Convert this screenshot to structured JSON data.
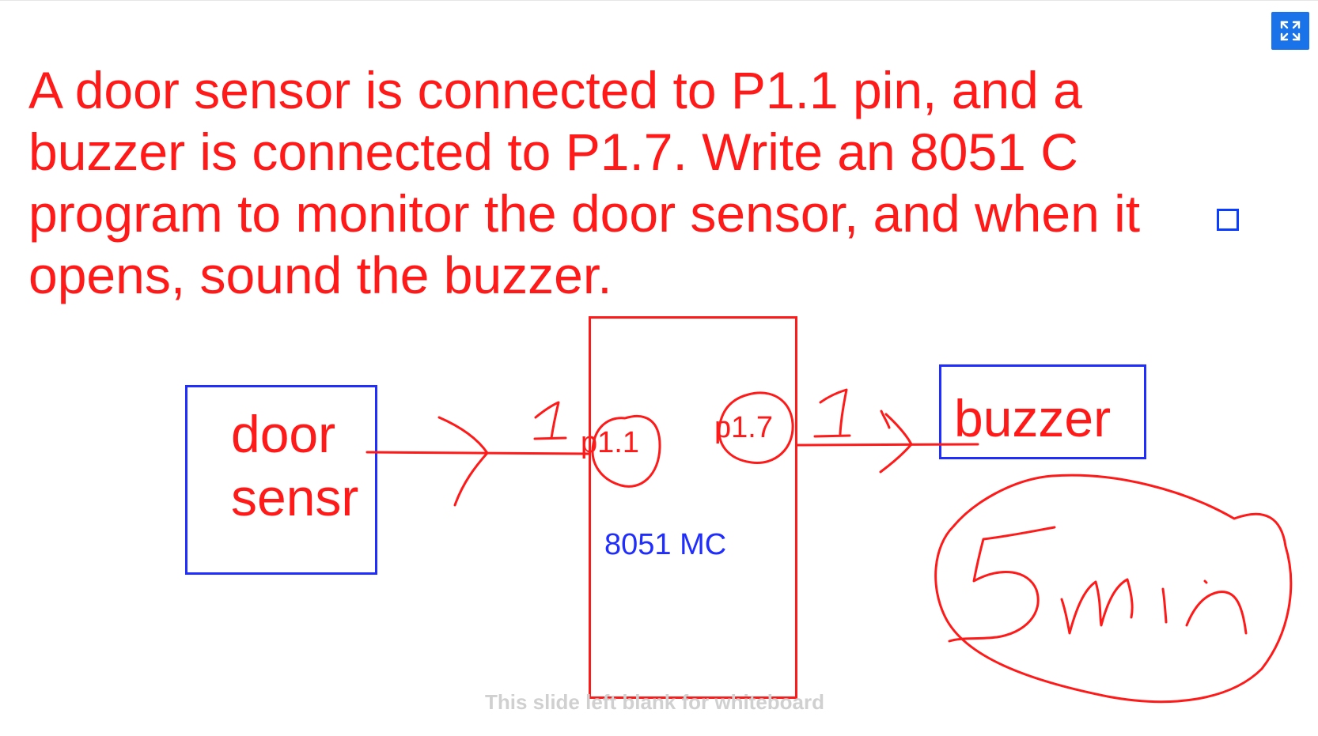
{
  "question": {
    "lines": [
      "A door sensor is connected to P1.1 pin, and a",
      "buzzer is connected to P1.7. Write an 8051 C",
      "program to monitor the door sensor, and when it",
      "opens, sound the buzzer."
    ]
  },
  "diagram": {
    "door_label_line1": "door",
    "door_label_line2": "sensr",
    "mcu_label": "8051 MC",
    "pin_in": "p1.1",
    "pin_out": "p1.7",
    "buzzer_label": "buzzer"
  },
  "footer_note": "This slide left blank for whiteboard",
  "toolbar": {
    "fullscreen_icon": "expand-icon"
  },
  "colors": {
    "text_red": "#ff1a1a",
    "box_blue": "#1f2dff",
    "button_blue": "#1a73e8"
  }
}
